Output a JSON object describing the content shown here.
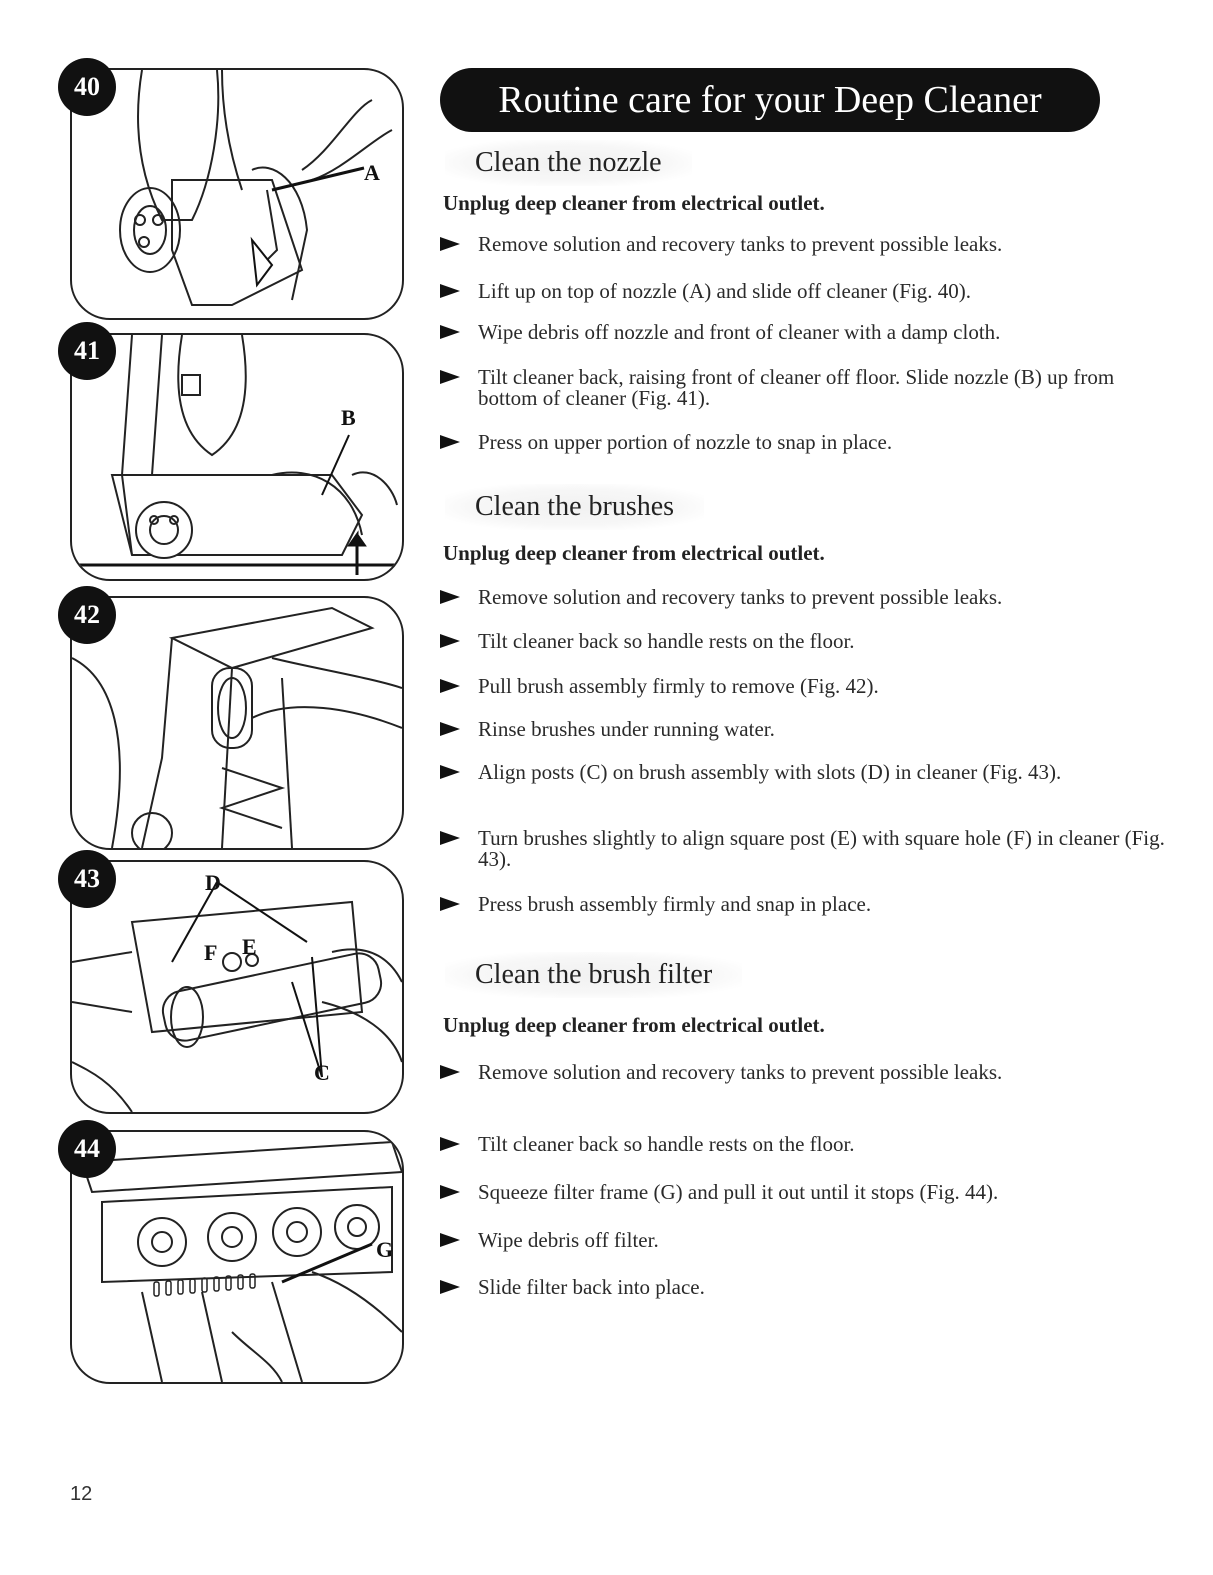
{
  "title": "Routine care for your Deep Cleaner",
  "figures": [
    {
      "number": "40",
      "callouts": [
        "A"
      ]
    },
    {
      "number": "41",
      "callouts": [
        "B"
      ]
    },
    {
      "number": "42",
      "callouts": []
    },
    {
      "number": "43",
      "callouts": [
        "D",
        "F",
        "E",
        "C"
      ]
    },
    {
      "number": "44",
      "callouts": [
        "G"
      ]
    }
  ],
  "sections": [
    {
      "heading": "Clean the nozzle",
      "unplug": "Unplug deep cleaner from electrical outlet.",
      "bullets": [
        "Remove solution and recovery tanks to prevent possible leaks.",
        "Lift up on top of nozzle (A) and slide off cleaner (Fig. 40).",
        "Wipe debris off nozzle and front of cleaner with a damp cloth.",
        "Tilt cleaner back, raising front of cleaner off floor. Slide nozzle (B) up from bottom of cleaner (Fig. 41).",
        "Press on upper portion of nozzle to snap in place."
      ]
    },
    {
      "heading": "Clean the brushes",
      "unplug": "Unplug deep cleaner from electrical outlet.",
      "bullets": [
        "Remove solution and recovery tanks to prevent possible leaks.",
        "Tilt cleaner back so handle rests on the floor.",
        "Pull brush assembly firmly to remove (Fig. 42).",
        "Rinse brushes under running water.",
        "Align posts (C) on brush assembly with slots (D) in cleaner (Fig. 43).",
        "Turn brushes slightly to align square post (E) with square hole (F) in cleaner (Fig. 43).",
        "Press brush assembly firmly and snap in place."
      ]
    },
    {
      "heading": "Clean the brush filter",
      "unplug": "Unplug deep cleaner from electrical outlet.",
      "bullets": [
        "Remove solution and recovery tanks to prevent possible leaks.",
        "Tilt cleaner back so handle rests on the floor.",
        "Squeeze filter frame (G) and pull it out until it stops (Fig. 44).",
        "Wipe debris off filter.",
        "Slide filter back into place."
      ]
    }
  ],
  "page_number": "12"
}
